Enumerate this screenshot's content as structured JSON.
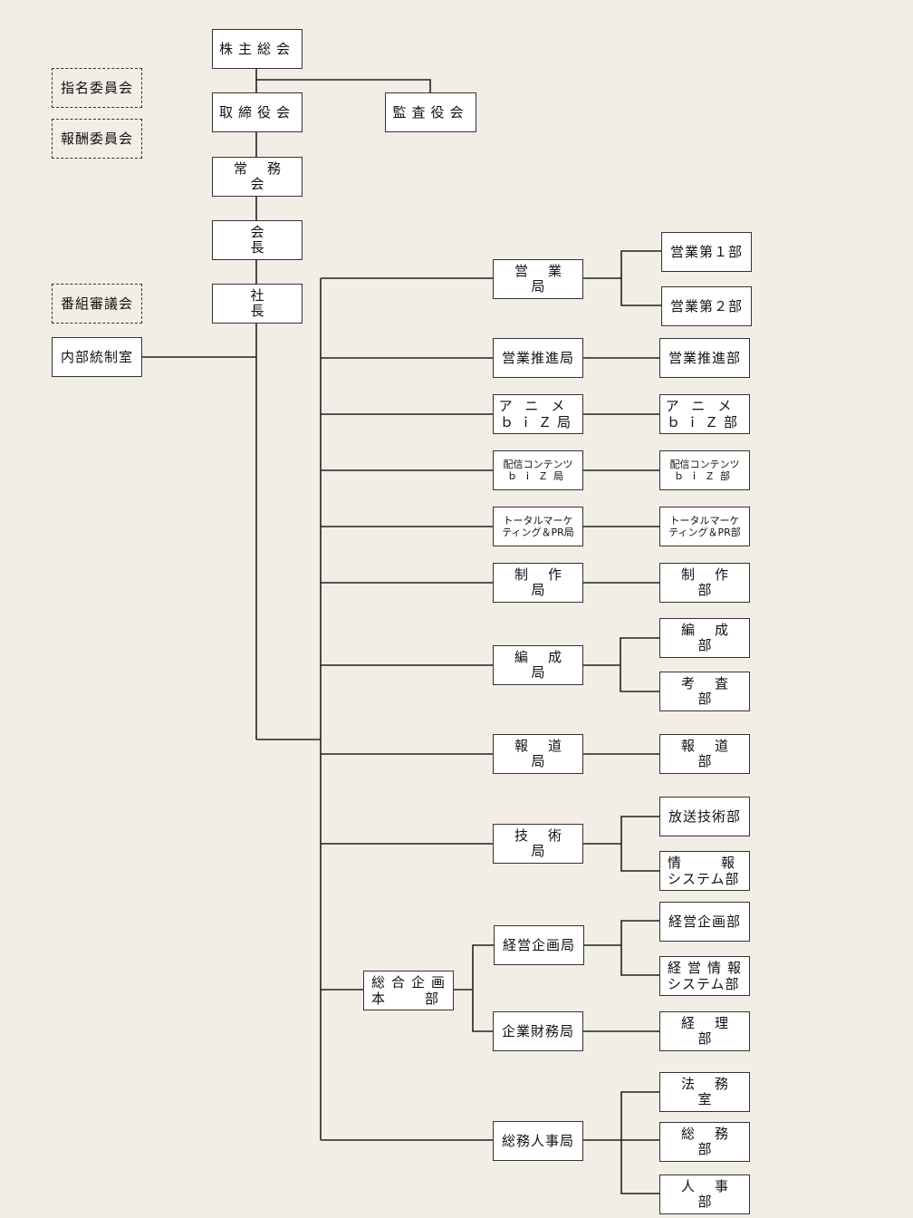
{
  "chart": {
    "shareholders": "株主総会",
    "board": "取締役会",
    "auditors": "監査役会",
    "executive": "常務会",
    "chairman": "会長",
    "president": "社長",
    "committee_nomination": "指名委員会",
    "committee_compensation": "報酬委員会",
    "program_council": "番組審議会",
    "internal_control": "内部統制室",
    "sales_bureau": "営業局",
    "sales_1": "営業第１部",
    "sales_2": "営業第２部",
    "sales_promo_bureau": "営業推進局",
    "sales_promo_dept": "営業推進部",
    "anime_bureau_l1": "アニメ",
    "anime_bureau_l2": "ｂｉＺ局",
    "anime_dept_l1": "アニメ",
    "anime_dept_l2": "ｂｉＺ部",
    "content_bureau_l1": "配信コンテンツ",
    "content_bureau_l2": "ｂｉＺ局",
    "content_dept_l1": "配信コンテンツ",
    "content_dept_l2": "ｂｉＺ部",
    "marketing_bureau_l1": "トータルマーケ",
    "marketing_bureau_l2": "ティング＆PR局",
    "marketing_dept_l1": "トータルマーケ",
    "marketing_dept_l2": "ティング＆PR部",
    "production_bureau": "制作局",
    "production_dept": "制作部",
    "programming_bureau": "編成局",
    "programming_dept": "編成部",
    "review_dept": "考査部",
    "news_bureau": "報道局",
    "news_dept": "報道部",
    "tech_bureau": "技術局",
    "broadcast_tech_dept": "放送技術部",
    "info_sys_dept_l1": "情報",
    "info_sys_dept_l2": "システム部",
    "planning_hq_l1": "総合企画",
    "planning_hq_l2": "本部",
    "mgmt_planning_bureau": "経営企画局",
    "mgmt_planning_dept": "経営企画部",
    "mgmt_info_dept_l1": "経営情報",
    "mgmt_info_dept_l2": "システム部",
    "finance_bureau": "企業財務局",
    "accounting_dept": "経理部",
    "gen_affairs_bureau": "総務人事局",
    "legal_office": "法務室",
    "gen_affairs_dept": "総務部",
    "hr_dept": "人事部"
  },
  "colors": {
    "background": "#f2eee6",
    "box": "#ffffff",
    "line": "#222222"
  }
}
